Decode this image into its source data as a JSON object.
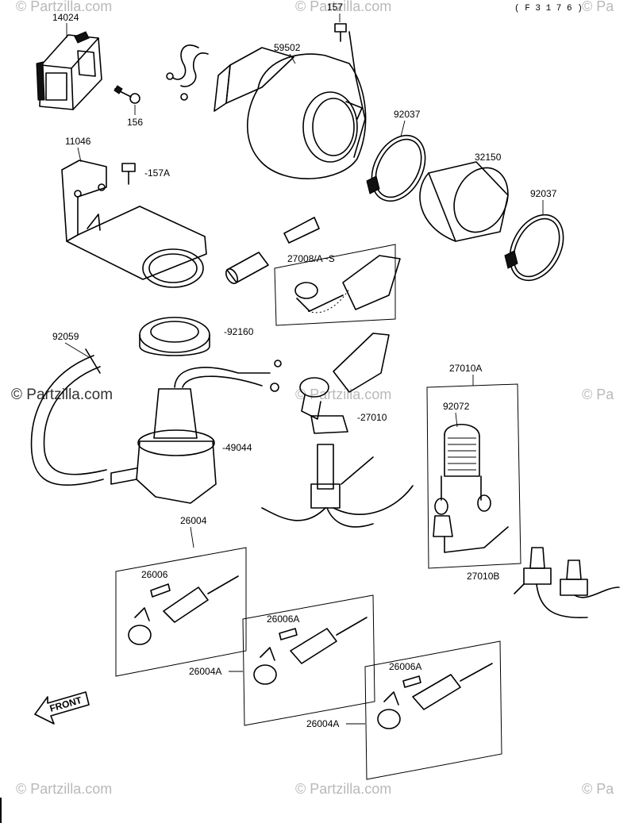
{
  "ref_code": "( F 3 1 7 6 )",
  "watermarks": {
    "primary": "© Partzilla.com",
    "tile": "© Partzilla.com",
    "edge": "© Pa"
  },
  "front_arrow_label": "FRONT",
  "parts": {
    "p14024": "14024",
    "p157": "157",
    "p59502": "59502",
    "p156": "156",
    "p92037a": "92037",
    "p32150": "32150",
    "p92037b": "92037",
    "p11046": "11046",
    "p157A": "-157A",
    "p27008": "27008/A~S",
    "p92059": "92059",
    "p92160": "-92160",
    "p27010A": "27010A",
    "p92072": "92072",
    "p27010": "-27010",
    "p49044": "-49044",
    "p26004": "26004",
    "p26006": "26006",
    "p27010B": "27010B",
    "p26006Aa": "26006A",
    "p26004Aa": "26004A",
    "p26006Ab": "26006A",
    "p26004Ab": "26004A"
  }
}
